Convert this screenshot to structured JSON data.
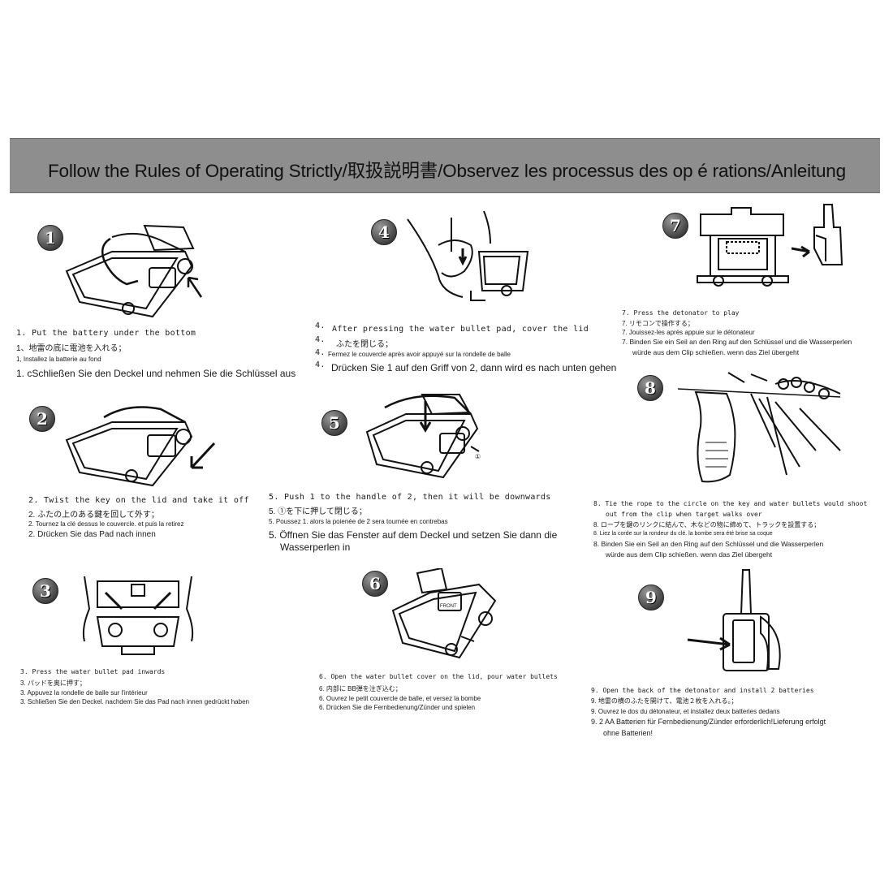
{
  "title": "Follow the Rules of Operating Strictly/取扱説明書/Observez les processus des op é rations/Anleitung",
  "steps": [
    {
      "badge": "1",
      "lines": [
        "1. Put the battery under the bottom",
        "1、地雷の底に電池を入れる；",
        "1, Installez la batterie au fond",
        "1. cSchließen Sie den Deckel und nehmen Sie die Schlüssel aus"
      ]
    },
    {
      "badge": "2",
      "lines": [
        "2.    Twist the key on the lid and take it off",
        "2.    ふたの上のある鍵を回して外す；",
        "2.  Tournez la clé dessus le couvercle. et puis la retirez",
        "2.    Drücken Sie das Pad nach innen"
      ]
    },
    {
      "badge": "3",
      "lines": [
        "3.  Press the water bullet pad inwards",
        "3.    パッドを奥に押す；",
        "3.  Appuvez la rondelle de balle sur l'intérieur",
        "3.  Schließen Sie den Deckel. nachdem Sie das Pad nach innen gedrückt haben"
      ]
    },
    {
      "badge": "4",
      "lines": [
        "4.",
        "After pressing the water bullet pad, cover the lid",
        "4.",
        "ふたを閉じる；",
        "4.",
        "Fermez le couvercle après avoir appuyé sur la rondelle de balle",
        "4.",
        "Drücken Sie 1 auf den Griff von 2, dann wird es nach unten gehen"
      ]
    },
    {
      "badge": "5",
      "lines": [
        "5.    Push 1 to the handle of 2, then it will be downwards",
        "5.     ①を下に押して閉じる；",
        "5.     Poussez 1. alors la poienée de 2 sera tournée en contrebas",
        "5.     Öffnen Sie das Fenster auf dem Deckel und setzen Sie dann die",
        "Wasserperlen in"
      ]
    },
    {
      "badge": "6",
      "lines": [
        "6.    Open the water bullet cover on the lid, pour water bullets",
        "6. 内部に BB弾を注ぎ込む；",
        "6.     Ouvrez le petit couvercle de balle, et versez la bombe",
        "6.     Drücken Sie die Fernbedienung/Zünder und spielen"
      ]
    },
    {
      "badge": "7",
      "lines": [
        "7.    Press the detonator to play",
        "7.    リモコンで操作する；",
        "7.    Jouissez-les après appuie sur le détonateur",
        "7.    Binden Sie ein Seil an den Ring auf den Schlüssel und die Wasserperlen",
        "würde aus dem Clip schießen. wenn das Ziel übergeht"
      ]
    },
    {
      "badge": "8",
      "lines": [
        "8.    Tie the rope to the circle on the key and water bullets would shoot",
        "out from the clip when target walks over",
        "8.  ロープを鍵のリンクに結んで、木などの物に締めて、トラックを設置する；",
        "8.    Liez la corde sur la rondeur du clé. la bombe sera été brise sa coque",
        "8.    Binden Sie ein Seil an den Ring auf den Schlüssel und die Wasserperlen",
        "würde aus dem Clip schießen. wenn das Ziel übergeht"
      ]
    },
    {
      "badge": "9",
      "lines": [
        "9.    Open the back of the detonator and install 2 batteries",
        "9.    地雷の横のふたを開けて、電池２枚を入れる。；",
        "9.  Ouvrez le dos du détonateur, et installez deux batteries dedans",
        "9.    2 AA Batterien für Fernbedienung/Zünder erforderlich!Lieferung erfolgt",
        "ohne Batterien!"
      ]
    }
  ],
  "labels": {
    "circle_one": "①",
    "lid_front": "FRONT"
  }
}
